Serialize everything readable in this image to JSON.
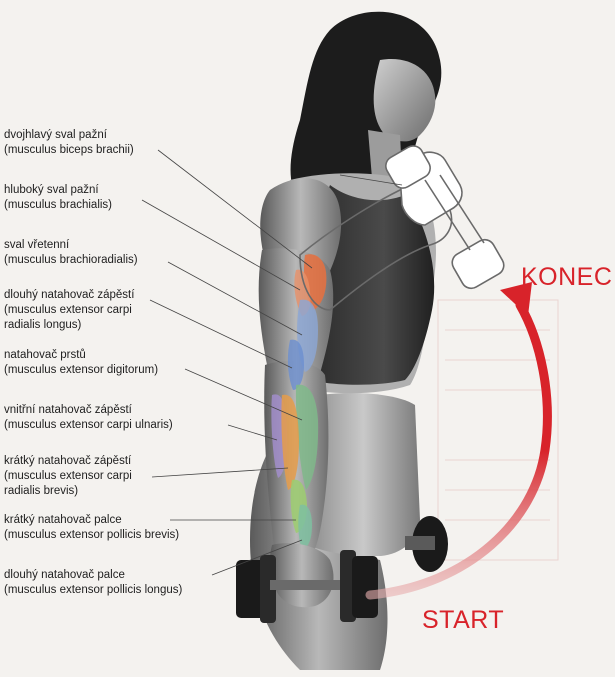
{
  "muscles": [
    {
      "name": "dvojhlavý sval pažní",
      "latin": "(musculus biceps brachii)",
      "color": "#e8703e"
    },
    {
      "name": "hluboký sval pažní",
      "latin": "(musculus brachialis)",
      "color": "#e89068"
    },
    {
      "name": "sval vřetenní",
      "latin": "(musculus brachioradialis)",
      "color": "#8ba6d6"
    },
    {
      "name": "dlouhý natahovač zápěstí",
      "latin": [
        "(musculus extensor carpi",
        "radialis longus)"
      ],
      "color": "#6b8fd0"
    },
    {
      "name": "natahovač prstů",
      "latin": "(musculus extensor digitorum)",
      "color": "#7fb88a"
    },
    {
      "name": "vnitřní natahovač zápěstí",
      "latin": "(musculus extensor carpi ulnaris)",
      "color": "#a48fd0"
    },
    {
      "name": "krátký natahovač zápěstí",
      "latin": [
        "(musculus extensor carpi",
        "radialis brevis)"
      ],
      "color": "#e59c4a"
    },
    {
      "name": "krátký natahovač palce",
      "latin": "(musculus extensor pollicis brevis)",
      "color": "#9ccd6e"
    },
    {
      "name": "dlouhý natahovač palce",
      "latin": "(musculus extensor pollicis longus)",
      "color": "#7ec0a0"
    }
  ],
  "konec": "KONEC",
  "start": "START",
  "colors": {
    "accent": "#d8232a",
    "text": "#1e1e1e",
    "background": "#f4f2ef"
  }
}
